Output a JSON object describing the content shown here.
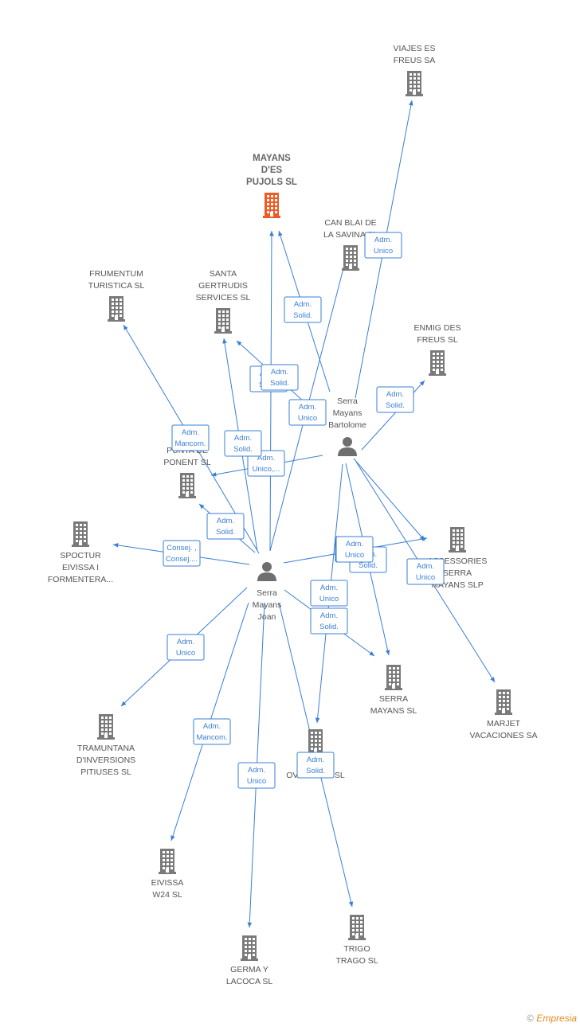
{
  "colors": {
    "edge": "#3a7fd5",
    "company": "#7a7a7a",
    "company_main": "#ef5a24",
    "person": "#6e6e6e",
    "label": "#555555"
  },
  "nodes": [
    {
      "id": "mayans_pujols",
      "type": "company",
      "main": true,
      "lines": [
        "MAYANS",
        "D'ES",
        "PUJOLS SL"
      ]
    },
    {
      "id": "viajes_es_freus",
      "type": "company",
      "lines": [
        "VIAJES ES",
        "FREUS SA"
      ]
    },
    {
      "id": "can_blai",
      "type": "company",
      "lines": [
        "CAN BLAI DE",
        "LA SAVINA SL"
      ]
    },
    {
      "id": "frumentum",
      "type": "company",
      "lines": [
        "FRUMENTUM",
        "TURISTICA SL"
      ]
    },
    {
      "id": "santa_gertrudis",
      "type": "company",
      "lines": [
        "SANTA",
        "GERTRUDIS",
        "SERVICES SL"
      ]
    },
    {
      "id": "enmig",
      "type": "company",
      "lines": [
        "ENMIG DES",
        "FREUS SL"
      ]
    },
    {
      "id": "ponent",
      "type": "company",
      "lines": [
        "PUNTA DE",
        "PONENT SL"
      ]
    },
    {
      "id": "spoctur",
      "type": "company",
      "lines": [
        "SPOCTUR",
        "EIVISSA I",
        "FORMENTERA..."
      ]
    },
    {
      "id": "assessories",
      "type": "company",
      "lines": [
        "ASSESSORIES",
        "SERRA",
        "MAYANS SLP"
      ]
    },
    {
      "id": "serra_mayans_sl",
      "type": "company",
      "lines": [
        "SERRA",
        "MAYANS SL"
      ]
    },
    {
      "id": "marjet",
      "type": "company",
      "lines": [
        "MARJET",
        "VACACIONES SA"
      ]
    },
    {
      "id": "tramuntana",
      "type": "company",
      "lines": [
        "TRAMUNTANA",
        "D'INVERSIONS",
        "PITIUSES SL"
      ]
    },
    {
      "id": "overseas",
      "type": "company",
      "lines": [
        "A... S",
        "OVERSEAS SL"
      ]
    },
    {
      "id": "eivissa_w24",
      "type": "company",
      "lines": [
        "EIVISSA",
        "W24 SL"
      ]
    },
    {
      "id": "germa",
      "type": "company",
      "lines": [
        "GERMA Y",
        "LACOCA SL"
      ]
    },
    {
      "id": "trigo",
      "type": "company",
      "lines": [
        "TRIGO",
        "TRAGO SL"
      ]
    },
    {
      "id": "serra_bartolome",
      "type": "person",
      "lines": [
        "Serra",
        "Mayans",
        "Bartolome"
      ]
    },
    {
      "id": "serra_joan",
      "type": "person",
      "lines": [
        "Serra",
        "Mayans",
        "Joan"
      ]
    }
  ],
  "edges": [
    {
      "from": "serra_bartolome",
      "to": "viajes_es_freus",
      "label": [
        "Adm.",
        "Unico"
      ]
    },
    {
      "from": "serra_bartolome",
      "to": "mayans_pujols",
      "label": [
        "Adm.",
        "Solid."
      ]
    },
    {
      "from": "serra_bartolome",
      "to": "santa_gertrudis",
      "label": [
        "Adm.",
        "Solid."
      ]
    },
    {
      "from": "serra_bartolome",
      "to": "enmig",
      "label": [
        "Adm.",
        "Solid."
      ]
    },
    {
      "from": "serra_bartolome",
      "to": "ponent",
      "label": [
        "Adm.",
        "Unico,..."
      ]
    },
    {
      "from": "serra_bartolome",
      "to": "assessories",
      "label": [
        "Adm.",
        "Solid."
      ]
    },
    {
      "from": "serra_bartolome",
      "to": "serra_mayans_sl",
      "label": [
        "Adm.",
        "Solid."
      ]
    },
    {
      "from": "serra_bartolome",
      "to": "marjet",
      "label": [
        "Adm.",
        "Unico"
      ]
    },
    {
      "from": "serra_bartolome",
      "to": "overseas",
      "label": [
        "Adm.",
        "Solid."
      ]
    },
    {
      "from": "serra_joan",
      "to": "mayans_pujols",
      "label": [
        "Adm.",
        "Solid."
      ]
    },
    {
      "from": "serra_joan",
      "to": "can_blai",
      "label": [
        "Adm.",
        "Unico"
      ]
    },
    {
      "from": "serra_joan",
      "to": "frumentum",
      "label": [
        "Adm.",
        "Mancom."
      ]
    },
    {
      "from": "serra_joan",
      "to": "santa_gertrudis",
      "label": [
        "Adm.",
        "Solid."
      ]
    },
    {
      "from": "serra_joan",
      "to": "ponent",
      "label": [
        "Adm.",
        "Solid."
      ]
    },
    {
      "from": "serra_joan",
      "to": "spoctur",
      "label": [
        "Consej. ,",
        "Consej...."
      ]
    },
    {
      "from": "serra_joan",
      "to": "assessories",
      "label": [
        "Adm.",
        "Unico"
      ]
    },
    {
      "from": "serra_joan",
      "to": "serra_mayans_sl",
      "label": [
        "Adm.",
        "Unico"
      ]
    },
    {
      "from": "serra_joan",
      "to": "tramuntana",
      "label": [
        "Adm.",
        "Unico"
      ]
    },
    {
      "from": "serra_joan",
      "to": "eivissa_w24",
      "label": [
        "Adm.",
        "Mancom."
      ]
    },
    {
      "from": "serra_joan",
      "to": "germa",
      "label": [
        "Adm.",
        "Unico"
      ]
    },
    {
      "from": "serra_joan",
      "to": "trigo",
      "label": [
        "Adm.",
        "Solid."
      ]
    }
  ],
  "footer": {
    "copyright": "©",
    "brand": "Empresia"
  }
}
